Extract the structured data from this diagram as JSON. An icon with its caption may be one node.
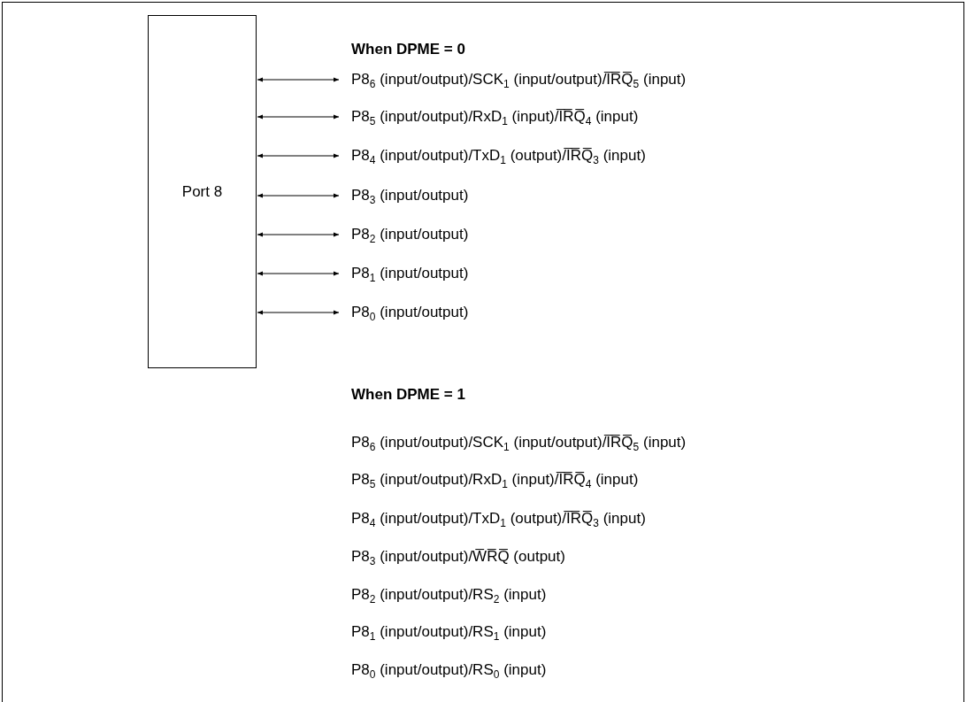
{
  "diagram": {
    "nodes": [
      {
        "text": [
          "Port 8"
        ]
      },
      {
        "text": [
          "P8$_{6}$ (input/output)/SCK$_{1}$ (input/output)/I̅R̅Q̅$_{5}$ (input)"
        ]
      },
      {
        "text": [
          "P8$_{5}$ (input/output)/RxD$_{1}$ (input)/I̅R̅Q̅$_{4}$ (input)"
        ]
      },
      {
        "text": [
          "P8$_{4}$ (input/output)/TxD$_{1}$ (output)/I̅R̅Q̅$_{3}$ (input)"
        ]
      },
      {
        "text": [
          "P8$_{3}$ (input/output)"
        ]
      },
      {
        "text": [
          "P8$_{2}$ (input/output)"
        ]
      },
      {
        "text": [
          "P8$_{1}$ (input/output)"
        ]
      },
      {
        "text": [
          "P8$_{0}$ (input/output)"
        ]
      }
    ],
    "edges": [
      {
        "from": 0,
        "to": 1,
        "arrow": "both"
      },
      {
        "from": 0,
        "to": 2,
        "arrow": "both"
      },
      {
        "from": 0,
        "to": 3,
        "arrow": "both"
      },
      {
        "from": 0,
        "to": 4,
        "arrow": "both"
      },
      {
        "from": 0,
        "to": 5,
        "arrow": "both"
      },
      {
        "from": 0,
        "to": 6,
        "arrow": "both"
      },
      {
        "from": 0,
        "to": 7,
        "arrow": "both"
      }
    ],
    "labels": [
      "When DPME = 0",
      "When DPME = 1",
      "P8$_{6}$ (input/output)/SCK$_{1}$ (input/output)/I̅R̅Q̅$_{5}$ (input)",
      "P8$_{5}$ (input/output)/RxD$_{1}$ (input)/I̅R̅Q̅$_{4}$ (input)",
      "P8$_{4}$ (input/output)/TxD$_{1}$ (output)/I̅R̅Q̅$_{3}$ (input)",
      "P8$_{3}$ (input/output)/W̅R̅Q̅ (output)",
      "P8$_{2}$ (input/output)/RS$_{2}$ (input)",
      "P8$_{1}$ (input/output)/RS$_{1}$ (input)",
      "P8$_{0}$ (input/output)/RS$_{0}$ (input)"
    ]
  }
}
